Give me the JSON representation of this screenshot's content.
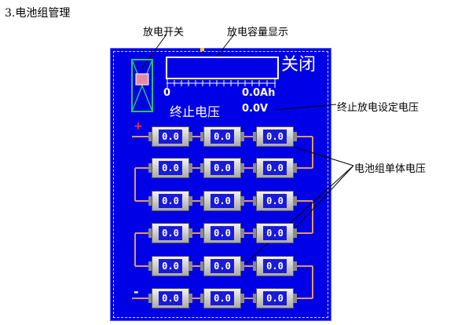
{
  "heading": "3.电池组管理",
  "callouts": {
    "switch": "放电开关",
    "capacity": "放电容量显示",
    "cutoff": "终止放电设定电压",
    "cells": "电池组单体电压"
  },
  "panel": {
    "close_label": "关闭",
    "scale_min": "0",
    "scale_max": "0.0Ah",
    "cutoff_label": "终止电压",
    "cutoff_value": "0.0V",
    "plus_sign": "+",
    "minus_sign": "-"
  },
  "cells": [
    [
      "0.0",
      "0.0",
      "0.0"
    ],
    [
      "0.0",
      "0.0",
      "0.0"
    ],
    [
      "0.0",
      "0.0",
      "0.0"
    ],
    [
      "0.0",
      "0.0",
      "0.0"
    ],
    [
      "0.0",
      "0.0",
      "0.0"
    ],
    [
      "0.0",
      "0.0",
      "0.0"
    ]
  ],
  "colors": {
    "panel": "#0000e6",
    "wire": "#e09a5a",
    "switch": "#2fbf6f",
    "switch_knob": "#e48aa4"
  }
}
